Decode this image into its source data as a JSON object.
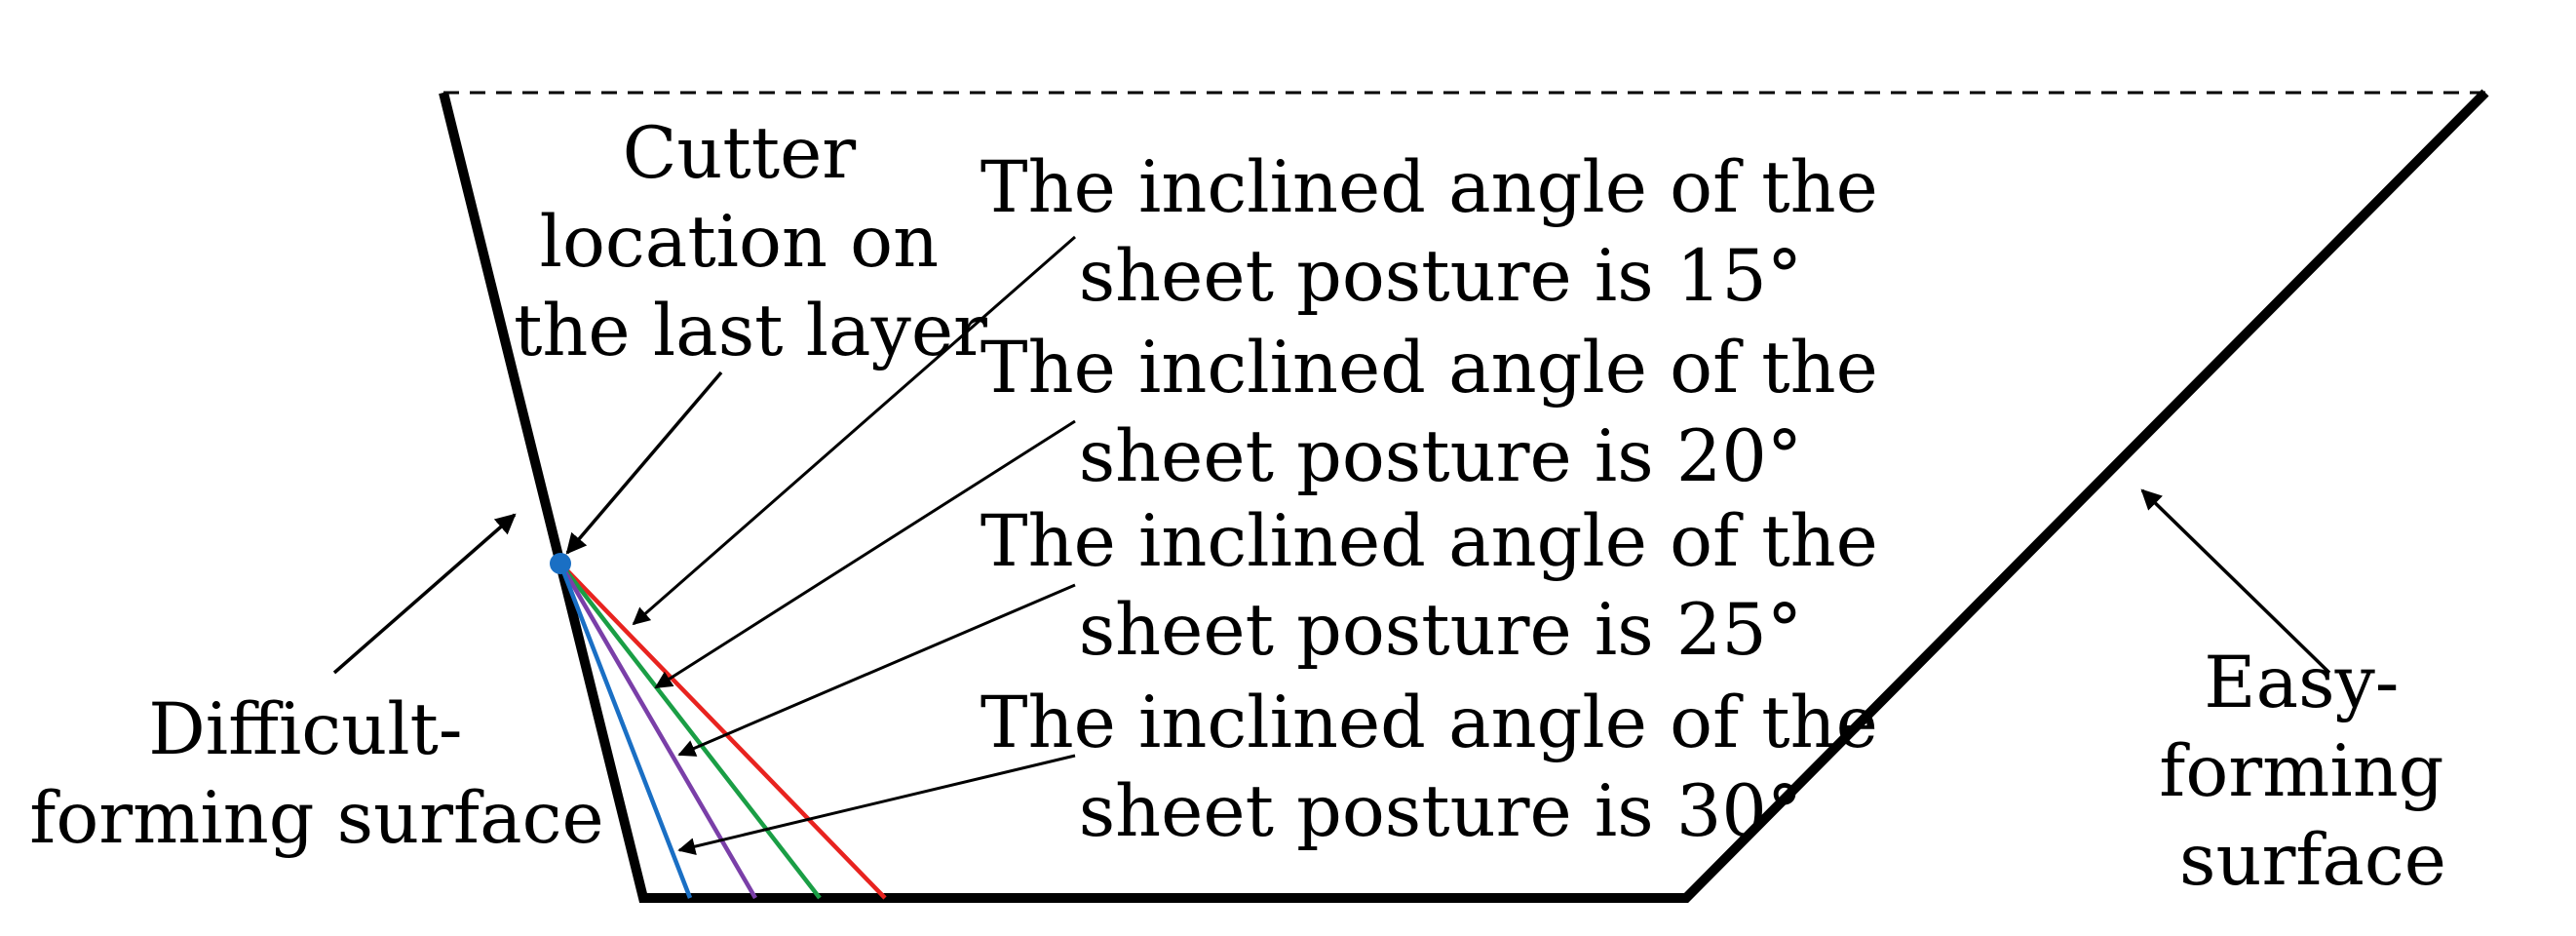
{
  "labels": {
    "cutter_location": [
      "Cutter",
      "location on",
      "the last layer"
    ],
    "difficult_surface": [
      "Difficult-",
      "forming surface"
    ],
    "easy_surface": [
      "Easy-",
      "forming",
      "surface"
    ],
    "angle_15": [
      "The inclined angle of the",
      "sheet posture is 15°"
    ],
    "angle_20": [
      "The inclined angle of the",
      "sheet posture is 20°"
    ],
    "angle_25": [
      "The inclined angle of the",
      "sheet posture is 25°"
    ],
    "angle_30": [
      "The inclined angle of the",
      "sheet posture is 30°"
    ]
  },
  "colors": {
    "outline": "#000000",
    "cutter_point": "#1a6fc4",
    "posture_15": "#e8231f",
    "posture_20": "#1a9e45",
    "posture_25": "#7a3fa8",
    "posture_30": "#1a6fc4"
  }
}
